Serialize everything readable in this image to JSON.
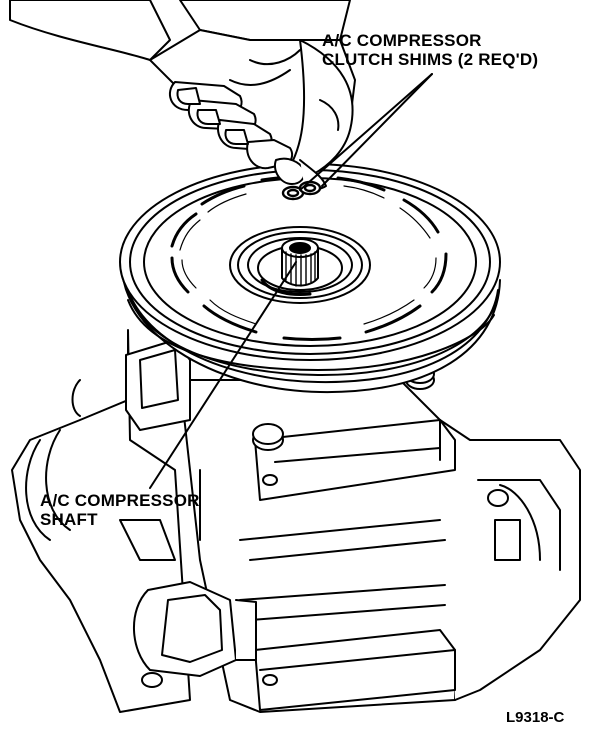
{
  "callouts": {
    "shims": {
      "line1": "A/C COMPRESSOR",
      "line2": "CLUTCH SHIMS (2 REQ'D)"
    },
    "shaft": {
      "line1": "A/C COMPRESSOR",
      "line2": "SHAFT"
    }
  },
  "figure_id": "L9318-C",
  "colors": {
    "ink": "#000000",
    "paper": "#ffffff"
  }
}
